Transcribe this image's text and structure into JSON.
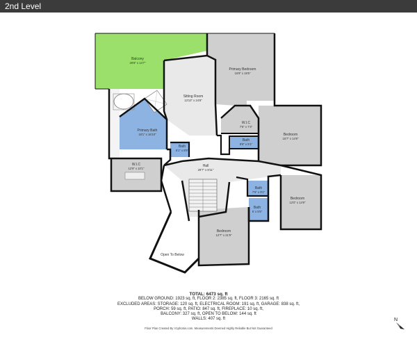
{
  "header": {
    "level_title": "2nd Level"
  },
  "rooms": {
    "balcony": {
      "name": "Balcony",
      "dims": "28'8\" x 14'7\""
    },
    "primary_bedroom": {
      "name": "Primary Bedroom",
      "dims": "16'9\" x 19'5\""
    },
    "sitting_room": {
      "name": "Sitting Room",
      "dims": "13'10\" x 24'8\""
    },
    "primary_bath": {
      "name": "Primary Bath",
      "dims": "18'1\" x 16'10\""
    },
    "wic_small": {
      "name": "W.I.C",
      "dims": "7'6\" x 7'4\""
    },
    "bedroom_upper_right": {
      "name": "Bedroom",
      "dims": "15'7\" x 14'9\""
    },
    "bath_a": {
      "name": "Bath",
      "dims": "5'1\" x 8'5\""
    },
    "bath_b": {
      "name": "Bath",
      "dims": "8'8\" x 5'1\""
    },
    "wic_large": {
      "name": "W.I.C",
      "dims": "12'9\" x 10'1\""
    },
    "hall": {
      "name": "Hall",
      "dims": "29'7\" x 8'11\""
    },
    "bath_c": {
      "name": "Bath",
      "dims": "7'6\" x 9'1\""
    },
    "bath_d": {
      "name": "Bath",
      "dims": "6' x 5'5\""
    },
    "bedroom_lower_right": {
      "name": "Bedroom",
      "dims": "12'0\" x 14'9\""
    },
    "bedroom_bottom": {
      "name": "Bedroom",
      "dims": "12'7\" x 21'9\""
    },
    "open_to_below": {
      "name": "Open To Below"
    }
  },
  "totals": {
    "total": "TOTAL: 6473 sq. ft",
    "line1": "BELOW GROUND: 1923 sq. ft, FLOOR 2: 2385 sq. ft, FLOOR 3: 2165 sq. ft",
    "line2": "EXCLUDED AREAS: STORAGE: 120 sq. ft, ELECTRICAL ROOM: 191 sq. ft, GARAGE: 838 sq. ft,",
    "line3": "PORCH: 59 sq. ft, PATIO: 847 sq. ft, FIREPLACE: 10 sq. ft,",
    "line4": "BALCONY: 327 sq. ft, OPEN TO BELOW: 144 sq. ft",
    "line5": "WALLS: 407 sq. ft"
  },
  "credit": "Floor Plan Created By V1photos.com. Measurements Deemed Highly Reliable But Not Guaranteed",
  "compass": {
    "label": "N",
    "icon": "north-arrow-icon"
  },
  "colors": {
    "header_bg": "#3b3b3b",
    "balcony": "#9be06a",
    "room_gray": "#cfcfcf",
    "bath_blue": "#8db3e2",
    "hall_light": "#e9e9e9",
    "wall": "#111111"
  }
}
